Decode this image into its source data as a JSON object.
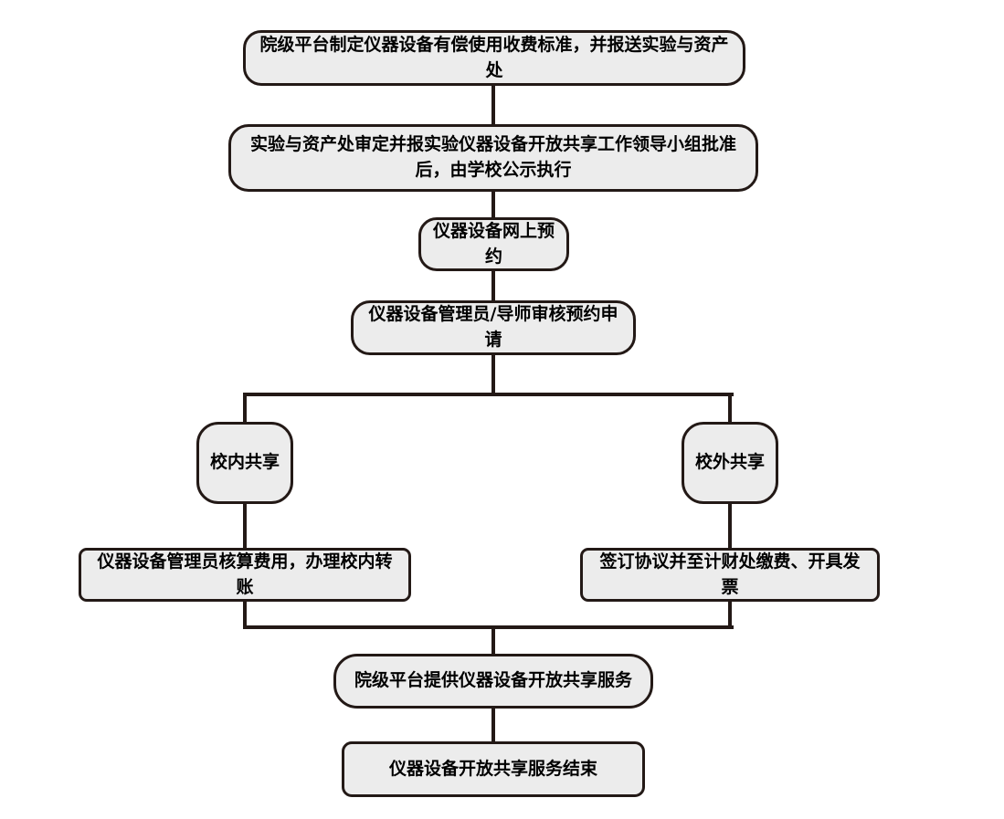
{
  "diagram": {
    "type": "flowchart",
    "colors": {
      "background": "#ffffff",
      "node_fill": "#ececec",
      "node_border": "#231916",
      "connector": "#231916",
      "text": "#000000"
    },
    "nodes": [
      {
        "id": "set-fee-standard",
        "label": "院级平台制定仪器设备有偿使用收费标准，并报送实验与资产处"
      },
      {
        "id": "approve-and-publish",
        "label": "实验与资产处审定并报实验仪器设备开放共享工作领导小组批准后，由学校公示执行"
      },
      {
        "id": "online-booking",
        "label": "仪器设备网上预约"
      },
      {
        "id": "review-application",
        "label": "仪器设备管理员/导师审核预约申请"
      },
      {
        "id": "on-campus-sharing",
        "label": "校内共享"
      },
      {
        "id": "off-campus-sharing",
        "label": "校外共享"
      },
      {
        "id": "internal-transfer",
        "label": "仪器设备管理员核算费用，办理校内转账"
      },
      {
        "id": "sign-and-pay",
        "label": "签订协议并至计财处缴费、开具发票"
      },
      {
        "id": "provide-service",
        "label": "院级平台提供仪器设备开放共享服务"
      },
      {
        "id": "service-end",
        "label": "仪器设备开放共享服务结束"
      }
    ],
    "edges": [
      {
        "from": "set-fee-standard",
        "to": "approve-and-publish"
      },
      {
        "from": "approve-and-publish",
        "to": "online-booking"
      },
      {
        "from": "online-booking",
        "to": "review-application"
      },
      {
        "from": "review-application",
        "to": "on-campus-sharing"
      },
      {
        "from": "review-application",
        "to": "off-campus-sharing"
      },
      {
        "from": "on-campus-sharing",
        "to": "internal-transfer"
      },
      {
        "from": "off-campus-sharing",
        "to": "sign-and-pay"
      },
      {
        "from": "internal-transfer",
        "to": "provide-service"
      },
      {
        "from": "sign-and-pay",
        "to": "provide-service"
      },
      {
        "from": "provide-service",
        "to": "service-end"
      }
    ]
  }
}
